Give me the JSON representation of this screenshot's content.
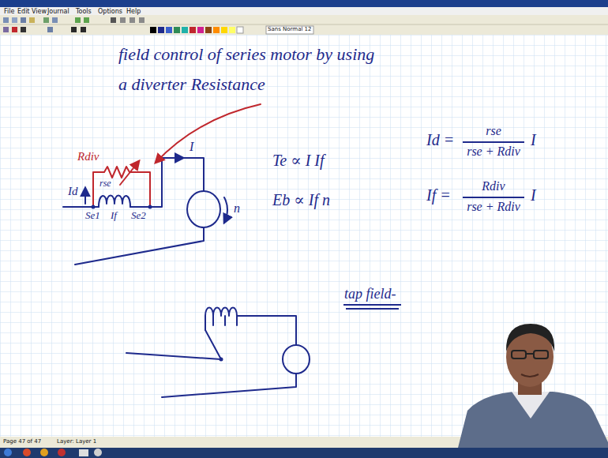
{
  "diagram": {
    "title": "field control of series motor by using a diverter Resistance",
    "labels": [
      "File",
      "Edit",
      "View",
      "Journal",
      "Tools",
      "Options",
      "Help",
      "Sans Normal 12",
      "Rdiv",
      "Id",
      "rse",
      "Se1",
      "If",
      "Se2",
      "I",
      "n",
      "Te ∝ I If",
      "Eb ∝ If n",
      "Id =",
      "rse",
      "rse + Rdiv",
      "I",
      "If =",
      "Rdiv",
      "rse + Rdiv",
      "I",
      "tap field-",
      "Page 47 of 47",
      "Layer: Layer 1"
    ]
  }
}
